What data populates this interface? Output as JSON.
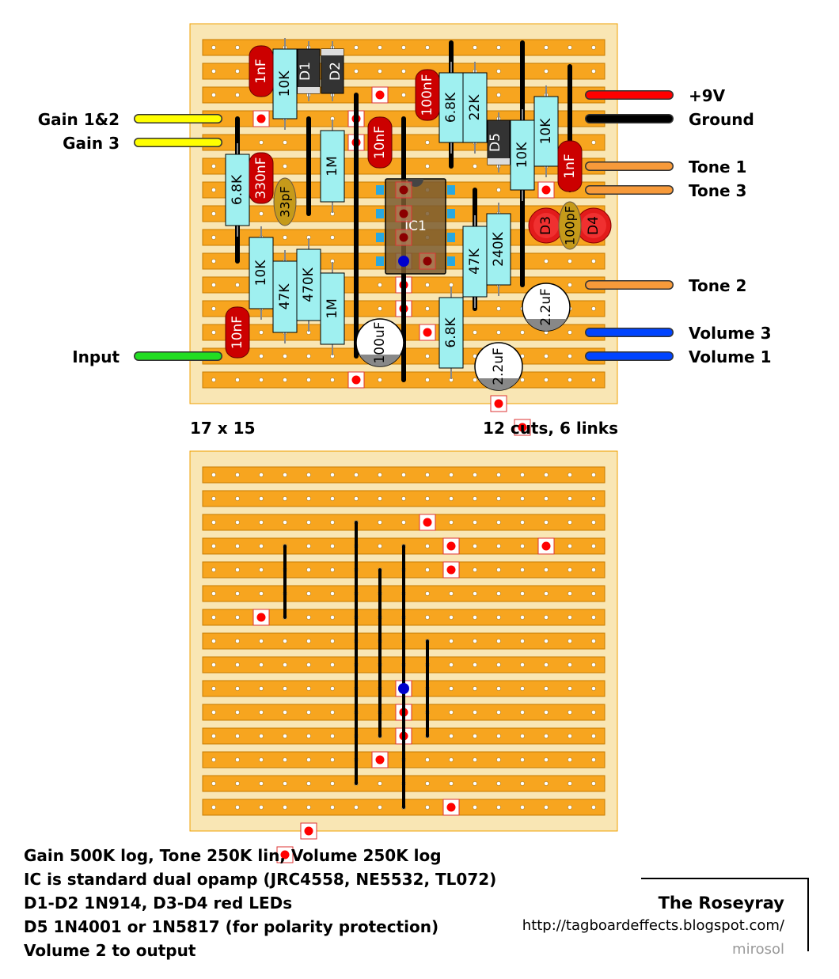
{
  "labels": {
    "gain12": "Gain 1&2",
    "gain3": "Gain 3",
    "input": "Input",
    "v9": "+9V",
    "ground": "Ground",
    "tone1": "Tone 1",
    "tone3": "Tone 3",
    "tone2": "Tone 2",
    "vol3": "Volume 3",
    "vol1": "Volume 1",
    "size": "17 x 15",
    "cuts": "12 cuts, 6 links"
  },
  "notes": [
    "Gain 500K log, Tone 250K lin, Volume 250K log",
    "IC is standard dual opamp (JRC4558, NE5532, TL072)",
    "D1-D2 1N914, D3-D4 red LEDs",
    "D5 1N4001 or 1N5817 (for polarity protection)",
    "Volume 2 to output"
  ],
  "credit": {
    "title": "The Roseyray",
    "url": "http://tagboardeffects.blogspot.com/",
    "author": "mirosol"
  },
  "colors": {
    "board": "#f9e6b4",
    "strip": "#f7a51f",
    "resistor": "#9ff0f0",
    "ceramic_cap": "#cc0000",
    "diode": "#333333",
    "cut": "#ff0000",
    "gain_wire": "#ffff00",
    "input_wire": "#22dd22",
    "v9_wire": "#ff0000",
    "ground_wire": "#000000",
    "tone_wire": "#f79a3a",
    "volume_wire": "#0044ff"
  },
  "ic": {
    "label": "IC1"
  },
  "components": {
    "resistors": [
      "10K",
      "6.8K",
      "22K",
      "6.8K",
      "1M",
      "10K",
      "10K",
      "10K",
      "47K",
      "470K",
      "1M",
      "47K",
      "240K",
      "6.8K"
    ],
    "ceramic_caps": [
      "1nF",
      "100nF",
      "10nF",
      "330nF",
      "1nF",
      "10nF"
    ],
    "small_caps": [
      "33pF",
      "100pF"
    ],
    "diodes": [
      "D1",
      "D2",
      "D5"
    ],
    "leds": [
      "D3",
      "D4"
    ],
    "electrolytics": [
      "100uF",
      "2.2uF",
      "2.2uF"
    ]
  }
}
